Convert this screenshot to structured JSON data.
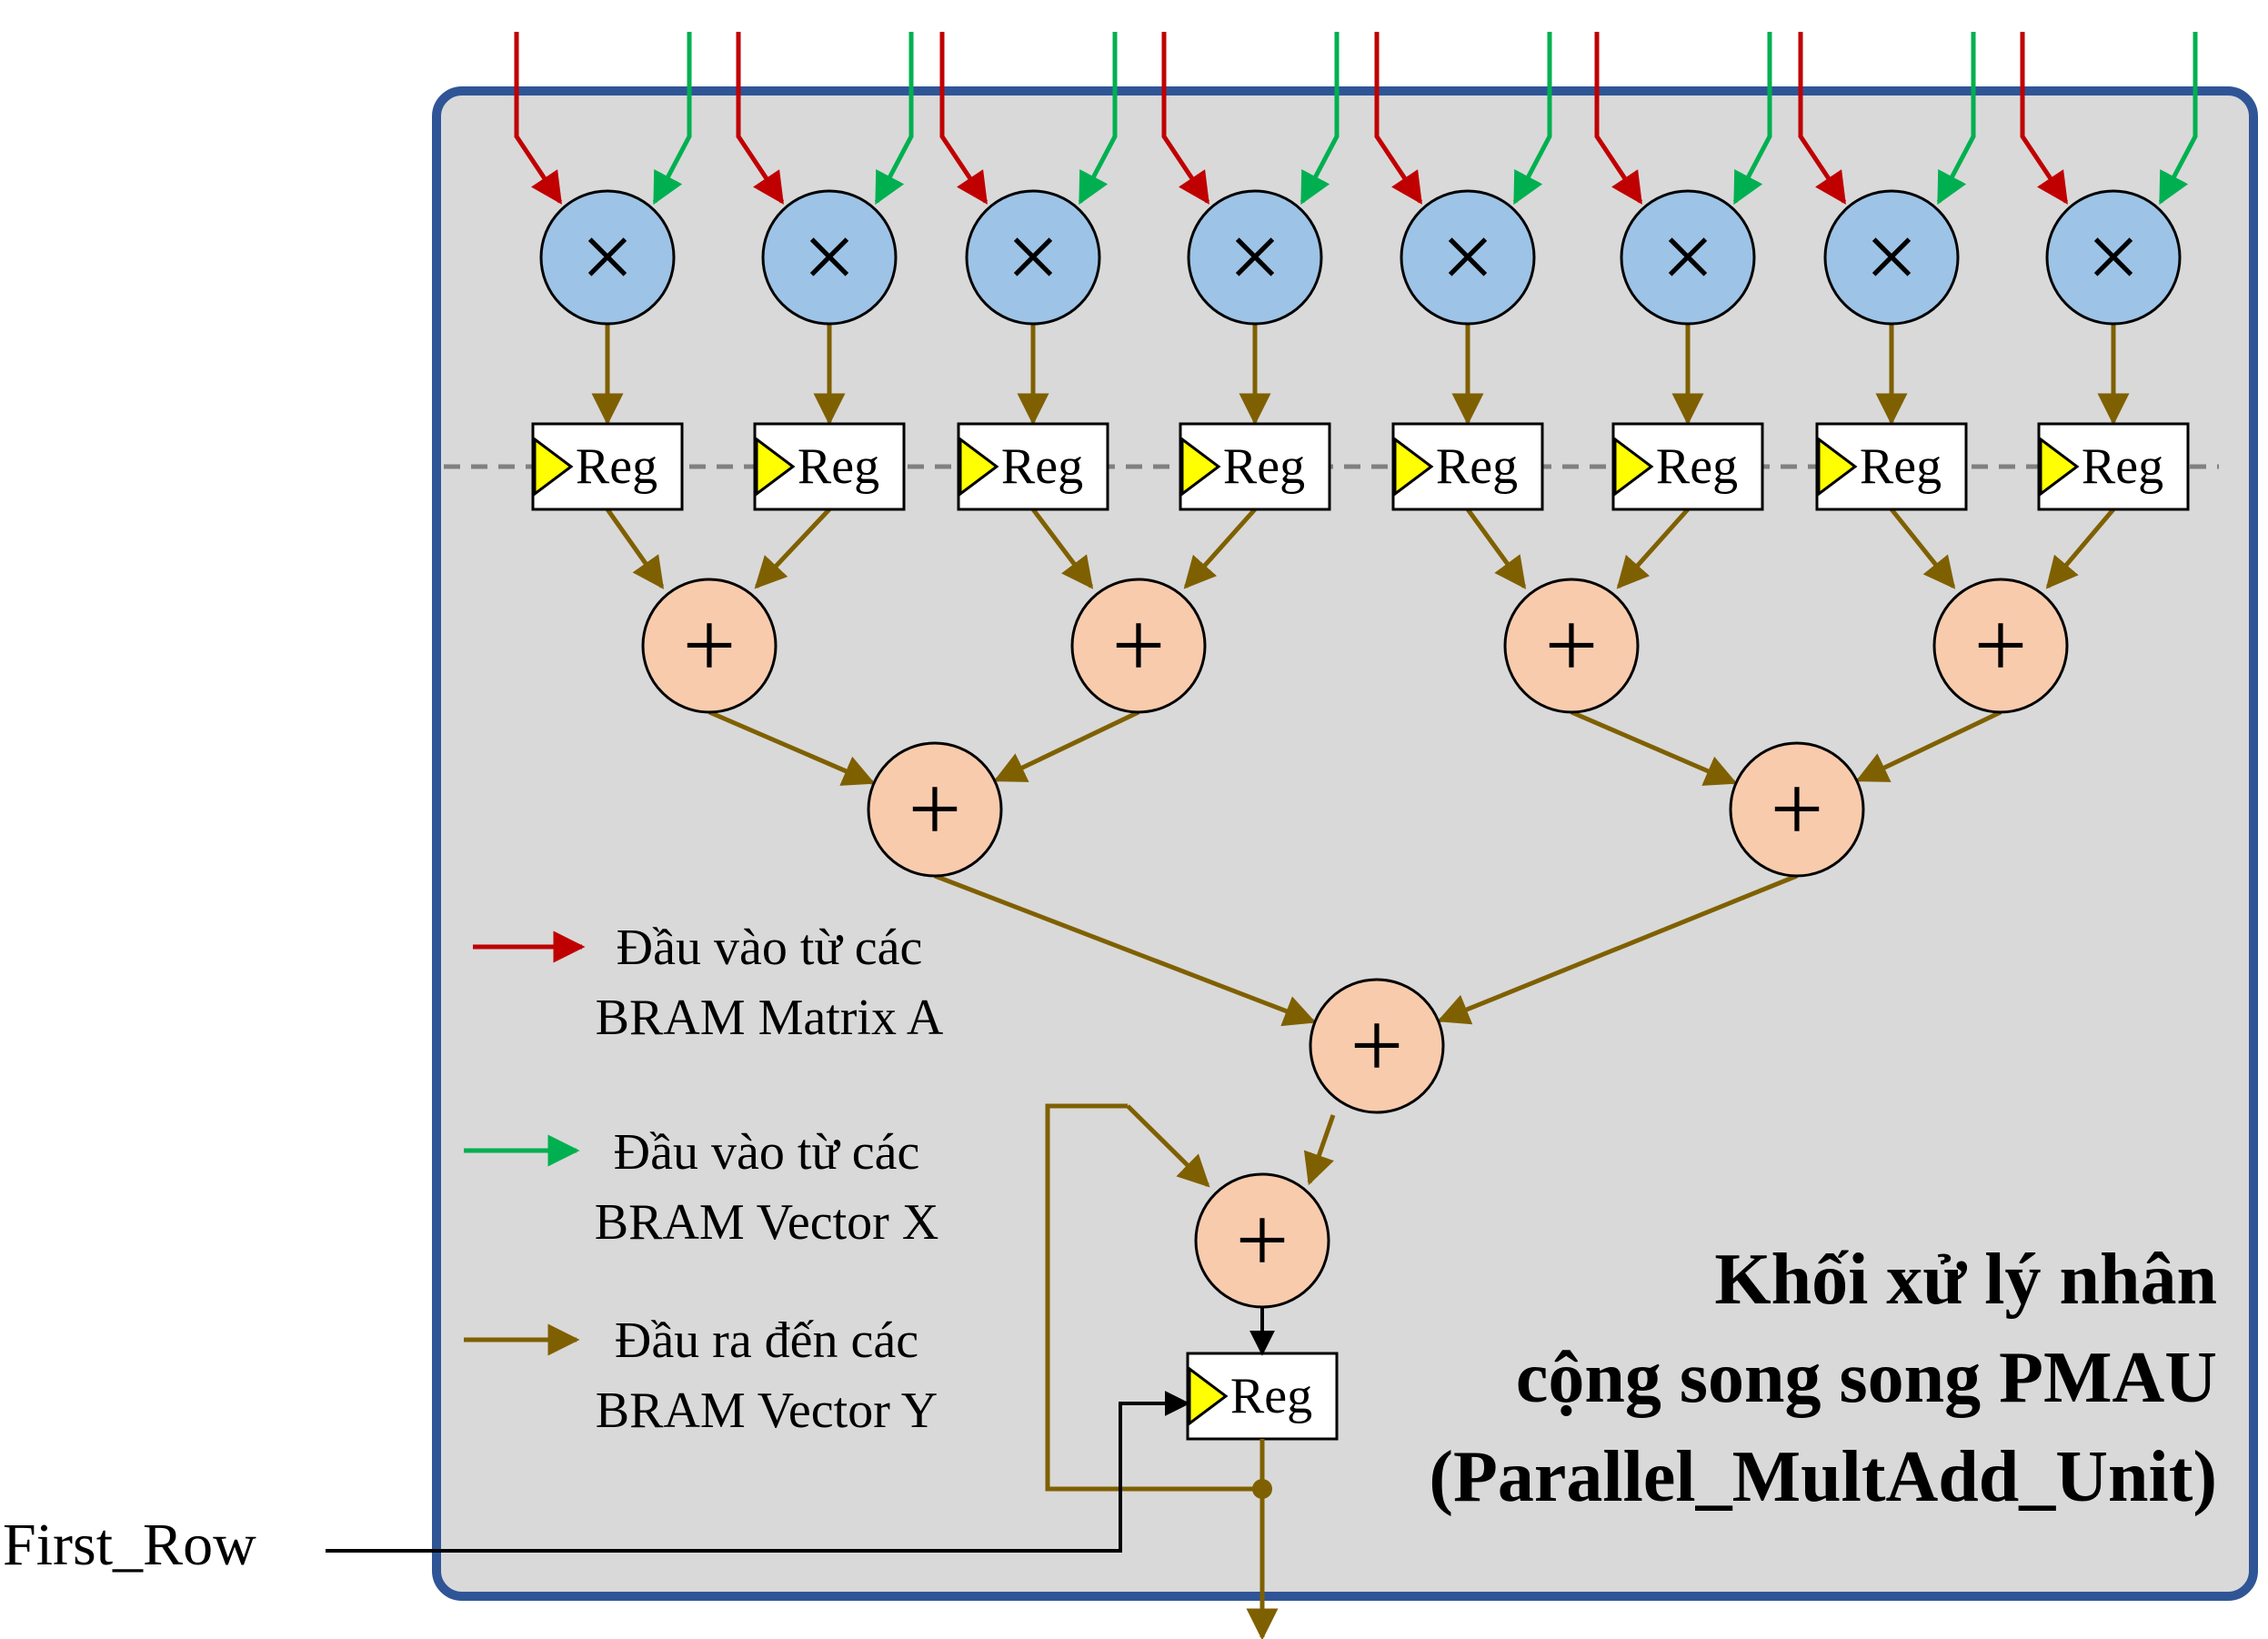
{
  "colors": {
    "block_fill": "#d9d9d9",
    "block_border": "#2f5597",
    "matrix_input": "#c00000",
    "vector_x_input": "#00b050",
    "output": "#7f6000",
    "multiplier_fill": "#9dc3e6",
    "adder_fill": "#f8cbad",
    "clock_triangle": "#ffff00",
    "pipeline_line": "#808080"
  },
  "operators": {
    "multiply_symbol": "×",
    "add_symbol": "+"
  },
  "register_label": "Reg",
  "legend": [
    {
      "line1": "Đầu vào từ các",
      "line2": "BRAM Matrix A",
      "color_key": "matrix_input"
    },
    {
      "line1": "Đầu vào từ các",
      "line2": "BRAM Vector X",
      "color_key": "vector_x_input"
    },
    {
      "line1": "Đầu ra đến các",
      "line2": "BRAM Vector Y",
      "color_key": "output"
    }
  ],
  "block_title": {
    "line1": "Khối xử lý nhân",
    "line2": "cộng song song PMAU",
    "line3": "(Parallel_MultAdd_Unit)"
  },
  "side_input_label": "First_Row",
  "icons": [
    "multiplier-icon",
    "adder-icon",
    "register-clock-icon",
    "arrow-icon"
  ]
}
